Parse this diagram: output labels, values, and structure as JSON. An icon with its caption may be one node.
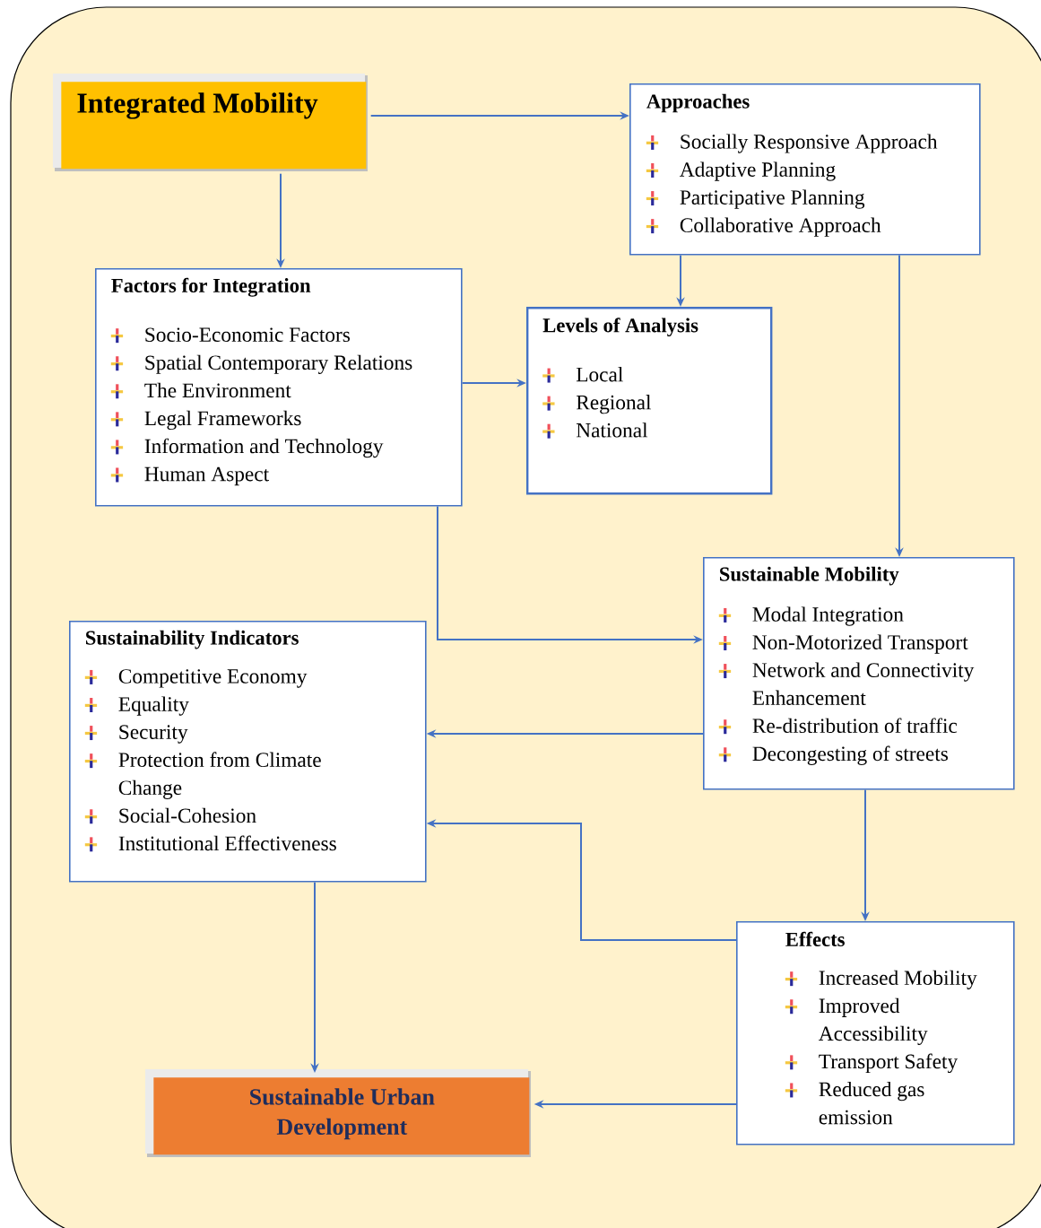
{
  "diagram": {
    "nodes": [
      {
        "text": [
          "Integrated Mobility"
        ]
      },
      {
        "text": [
          "Approaches",
          "Socially Responsive Approach",
          "Adaptive Planning",
          "Participative Planning",
          "Collaborative Approach"
        ]
      },
      {
        "text": [
          "Factors for Integration",
          "Socio-Economic Factors",
          "Spatial Contemporary Relations",
          "The Environment",
          "Legal Frameworks",
          "Information and Technology",
          "Human Aspect"
        ]
      },
      {
        "text": [
          "Levels of Analysis",
          "Local",
          "Regional",
          "National"
        ]
      },
      {
        "text": [
          "Sustainable Mobility",
          "Modal Integration",
          "Non-Motorized Transport",
          "Network and Connectivity Enhancement",
          "Re-distribution of traffic",
          "Decongesting of streets"
        ]
      },
      {
        "text": [
          "Sustainability Indicators",
          "Competitive Economy",
          "Equality",
          "Security",
          "Protection from Climate Change",
          "Social-Cohesion",
          "Institutional Effectiveness"
        ]
      },
      {
        "text": [
          "Effects",
          "Increased Mobility",
          "Improved Accessibility",
          "Transport Safety",
          "Reduced gas emission"
        ]
      },
      {
        "text": [
          "Sustainable Urban Development"
        ]
      }
    ],
    "edges": [
      {
        "from": 0,
        "to": 1,
        "arrow": "to"
      },
      {
        "from": 0,
        "to": 2,
        "arrow": "to"
      },
      {
        "from": 1,
        "to": 3,
        "arrow": "to"
      },
      {
        "from": 2,
        "to": 3,
        "arrow": "to"
      },
      {
        "from": 1,
        "to": 4,
        "arrow": "to"
      },
      {
        "from": 2,
        "to": 4,
        "arrow": "to"
      },
      {
        "from": 4,
        "to": 5,
        "arrow": "to"
      },
      {
        "from": 6,
        "to": 5,
        "arrow": "to"
      },
      {
        "from": 4,
        "to": 6,
        "arrow": "to"
      },
      {
        "from": 5,
        "to": 7,
        "arrow": "to"
      },
      {
        "from": 6,
        "to": 7,
        "arrow": "to"
      }
    ]
  }
}
